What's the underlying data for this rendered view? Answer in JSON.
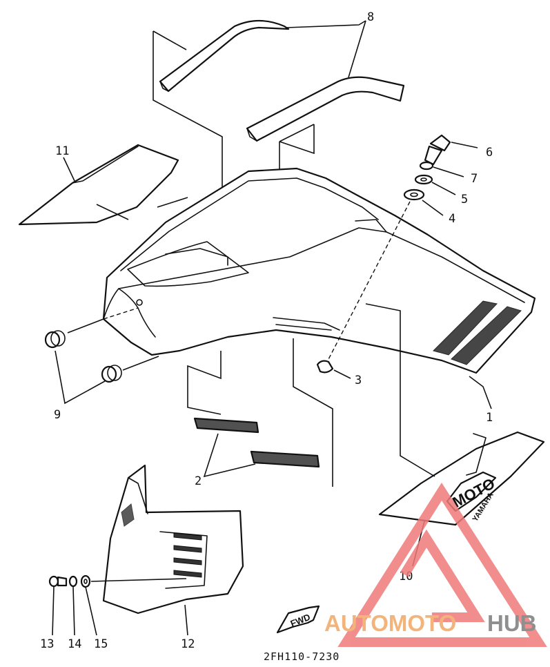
{
  "diagram": {
    "drawing_code": "2FH110-7230",
    "fwd_label": "FWD",
    "sticker_texts": {
      "brand": "MOTO",
      "maker": "YAMAHA"
    },
    "callouts": [
      {
        "id": "1",
        "label": "1"
      },
      {
        "id": "2",
        "label": "2"
      },
      {
        "id": "3",
        "label": "3"
      },
      {
        "id": "4",
        "label": "4"
      },
      {
        "id": "5",
        "label": "5"
      },
      {
        "id": "6",
        "label": "6"
      },
      {
        "id": "7",
        "label": "7"
      },
      {
        "id": "8",
        "label": "8"
      },
      {
        "id": "9",
        "label": "9"
      },
      {
        "id": "10",
        "label": "10"
      },
      {
        "id": "11",
        "label": "11"
      },
      {
        "id": "12",
        "label": "12"
      },
      {
        "id": "13",
        "label": "13"
      },
      {
        "id": "14",
        "label": "14"
      },
      {
        "id": "15",
        "label": "15"
      }
    ]
  },
  "watermark": {
    "text_accent": "AUTOMOTO",
    "text_dark": "HUB",
    "accent_color": "#f2b47a",
    "dark_color": "#8f8f8f",
    "logo_color": "#f07a7a"
  }
}
